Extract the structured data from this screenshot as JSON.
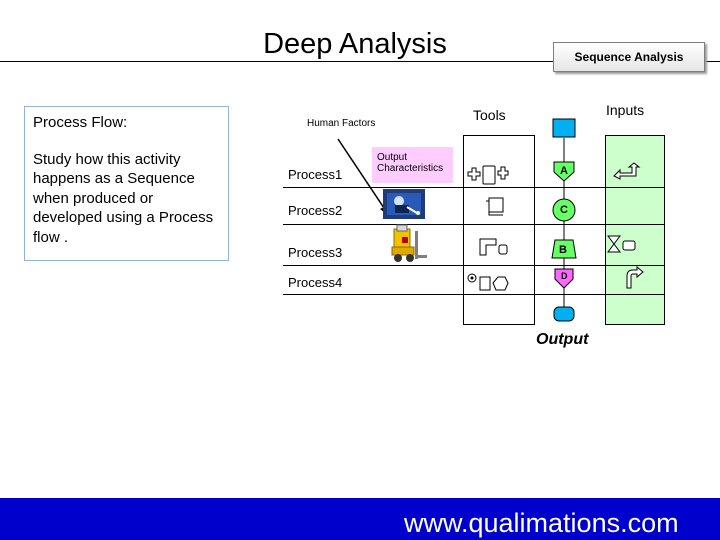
{
  "header": {
    "title": "Deep Analysis",
    "sequence_button": "Sequence Analysis"
  },
  "info_box": {
    "title": "Process Flow:",
    "body": "Study how this activity happens as a Sequence when produced or developed using a Process flow ."
  },
  "diagram": {
    "human_factors": "Human Factors",
    "output_characteristics": "Output Characteristics",
    "tools_label": "Tools",
    "inputs_label": "Inputs",
    "processes": [
      "Process1",
      "Process2",
      "Process3",
      "Process4"
    ],
    "sequence_nodes": [
      "A",
      "C",
      "B",
      "D"
    ],
    "output_label": "Output"
  },
  "footer": {
    "website": "www.qualimations.com"
  },
  "colors": {
    "accent_blue": "#0000cc",
    "node_green": "#66ff66",
    "node_pink": "#ff66ff",
    "node_blue": "#00b0f0",
    "inputs_fill": "#ccffcc",
    "output_char_fill": "#ffccff"
  }
}
